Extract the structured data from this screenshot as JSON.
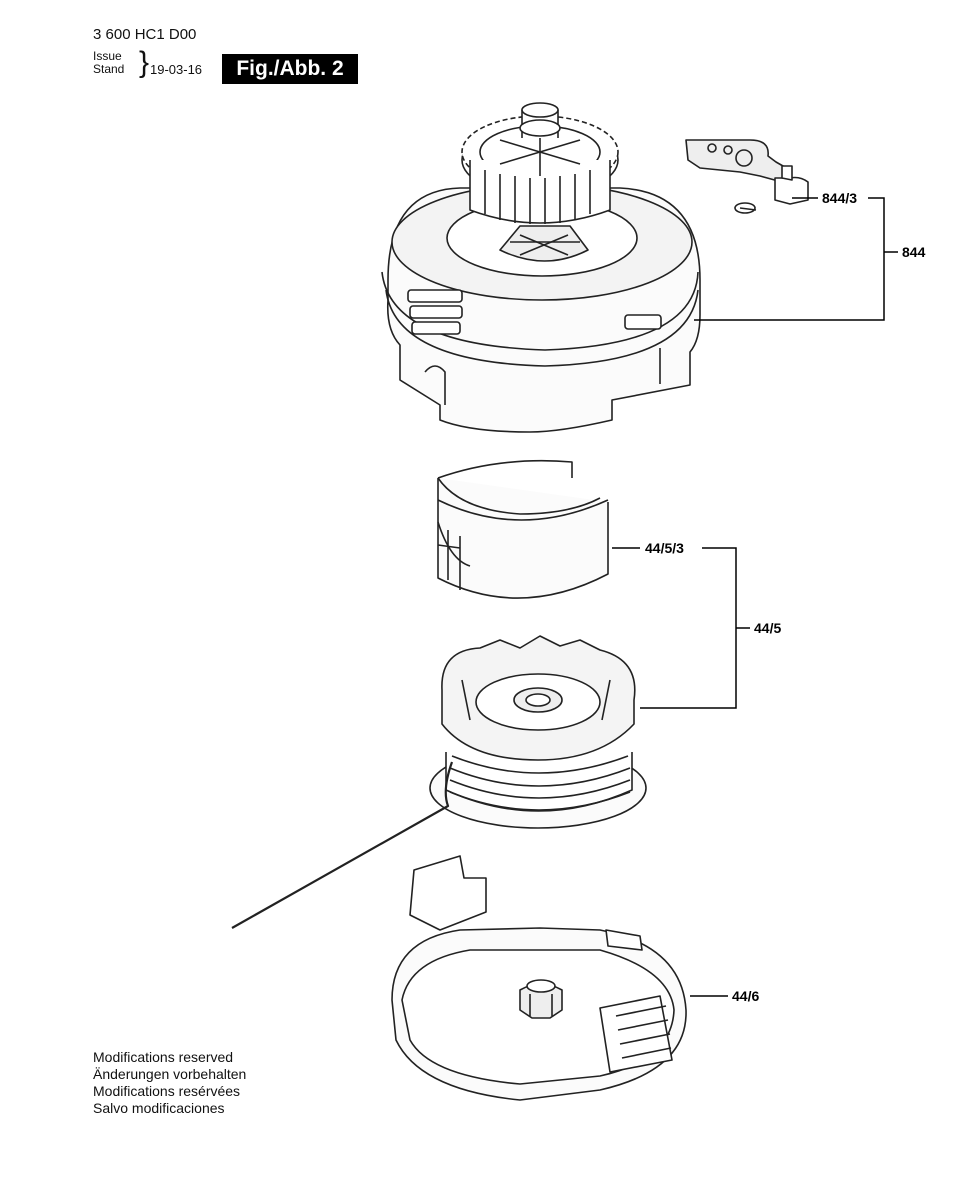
{
  "header": {
    "doc_number": "3 600 HC1 D00",
    "issue_label": "Issue",
    "stand_label": "Stand",
    "date": "19-03-16",
    "figure": "Fig./Abb. 2"
  },
  "callouts": {
    "c844_3": "844/3",
    "c844": "844",
    "c44_5_3": "44/5/3",
    "c44_5": "44/5",
    "c44_6": "44/6"
  },
  "notes": [
    "Modifications reserved",
    "Änderungen vorbehalten",
    "Modifications resérvées",
    "Salvo modificaciones"
  ]
}
